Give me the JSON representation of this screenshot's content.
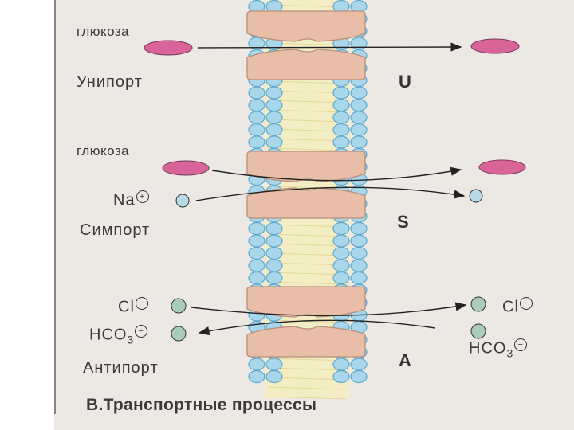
{
  "rows": [
    {
      "left_labels": [
        "глюкоза"
      ],
      "name": "Унипорт",
      "letter": "U"
    },
    {
      "left_labels": [
        "глюкоза",
        "Na"
      ],
      "name": "Симпорт",
      "letter": "S"
    },
    {
      "left_labels": [
        "Cl",
        "HCO",
        "3"
      ],
      "right_labels": [
        "Cl",
        "HCO",
        "3"
      ],
      "name": "Антипорт",
      "letter": "A"
    }
  ],
  "charges": {
    "plus": "+",
    "minus": "−"
  },
  "caption": "В.Транспортные процессы",
  "colors": {
    "glucose": "#d9649a",
    "ion": "#b8dae8",
    "chloride": "#a9cdb8",
    "protein": "#e9bea9",
    "lipid_head": "#a8d6ea",
    "lipid_core": "#f3edc4"
  }
}
